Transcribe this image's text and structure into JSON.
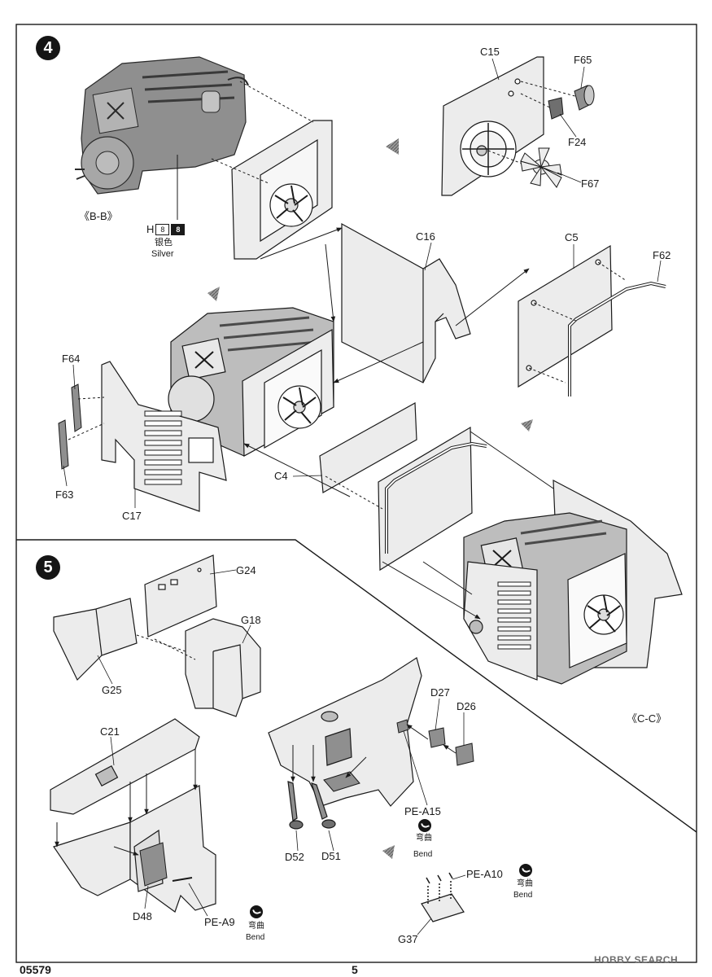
{
  "steps": {
    "step4": "4",
    "step5": "5"
  },
  "paint": {
    "letter": "H",
    "code_outline": "8",
    "code_fill": "8",
    "chinese": "银色",
    "english": "Silver"
  },
  "views": {
    "b_b": "《B-B》",
    "c_c": "《C-C》"
  },
  "parts": {
    "c15": "C15",
    "f65": "F65",
    "f24": "F24",
    "f67": "F67",
    "c16": "C16",
    "c5": "C5",
    "f62": "F62",
    "f64": "F64",
    "f63": "F63",
    "c17": "C17",
    "c4": "C4",
    "g24": "G24",
    "g18": "G18",
    "g25": "G25",
    "c21": "C21",
    "d27": "D27",
    "d26": "D26",
    "pe_a15": "PE-A15",
    "d52": "D52",
    "d51": "D51",
    "d48": "D48",
    "pe_a9": "PE-A9",
    "pe_a10": "PE-A10",
    "g37": "G37"
  },
  "bend": {
    "chinese": "弯曲",
    "english": "Bend"
  },
  "footer": {
    "product_code": "05579",
    "page_number": "5"
  },
  "watermark": {
    "text": "HOBBY SEARCH"
  },
  "colors": {
    "ink": "#1a1a1a",
    "panel": "#ececec",
    "engine": "#8f8f8f",
    "step_badge": "#151515"
  }
}
